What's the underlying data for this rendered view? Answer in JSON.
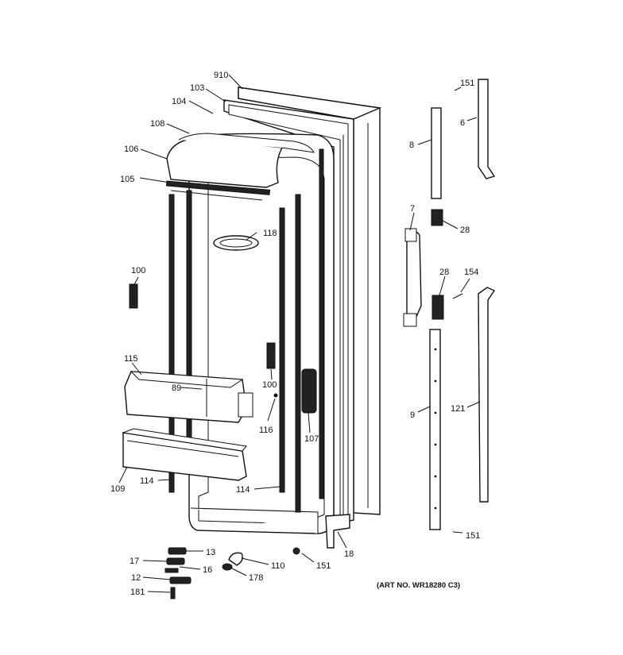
{
  "diagram": {
    "labels": {
      "l910": "910",
      "l103": "103",
      "l104": "104",
      "l108": "108",
      "l106": "106",
      "l105": "105",
      "l118": "118",
      "l100a": "100",
      "l115": "115",
      "l89": "89",
      "l100b": "100",
      "l116": "116",
      "l107": "107",
      "l109": "109",
      "l114a": "114",
      "l114b": "114",
      "l18": "18",
      "l151a": "151",
      "l151b": "151",
      "l151c": "151",
      "l6": "6",
      "l8": "8",
      "l7": "7",
      "l28a": "28",
      "l28b": "28",
      "l154": "154",
      "l9": "9",
      "l121": "121",
      "l13": "13",
      "l17": "17",
      "l16": "16",
      "l12": "12",
      "l110": "110",
      "l178": "178",
      "l181": "181"
    },
    "art_number": "(ART NO. WR18280 C3)"
  }
}
